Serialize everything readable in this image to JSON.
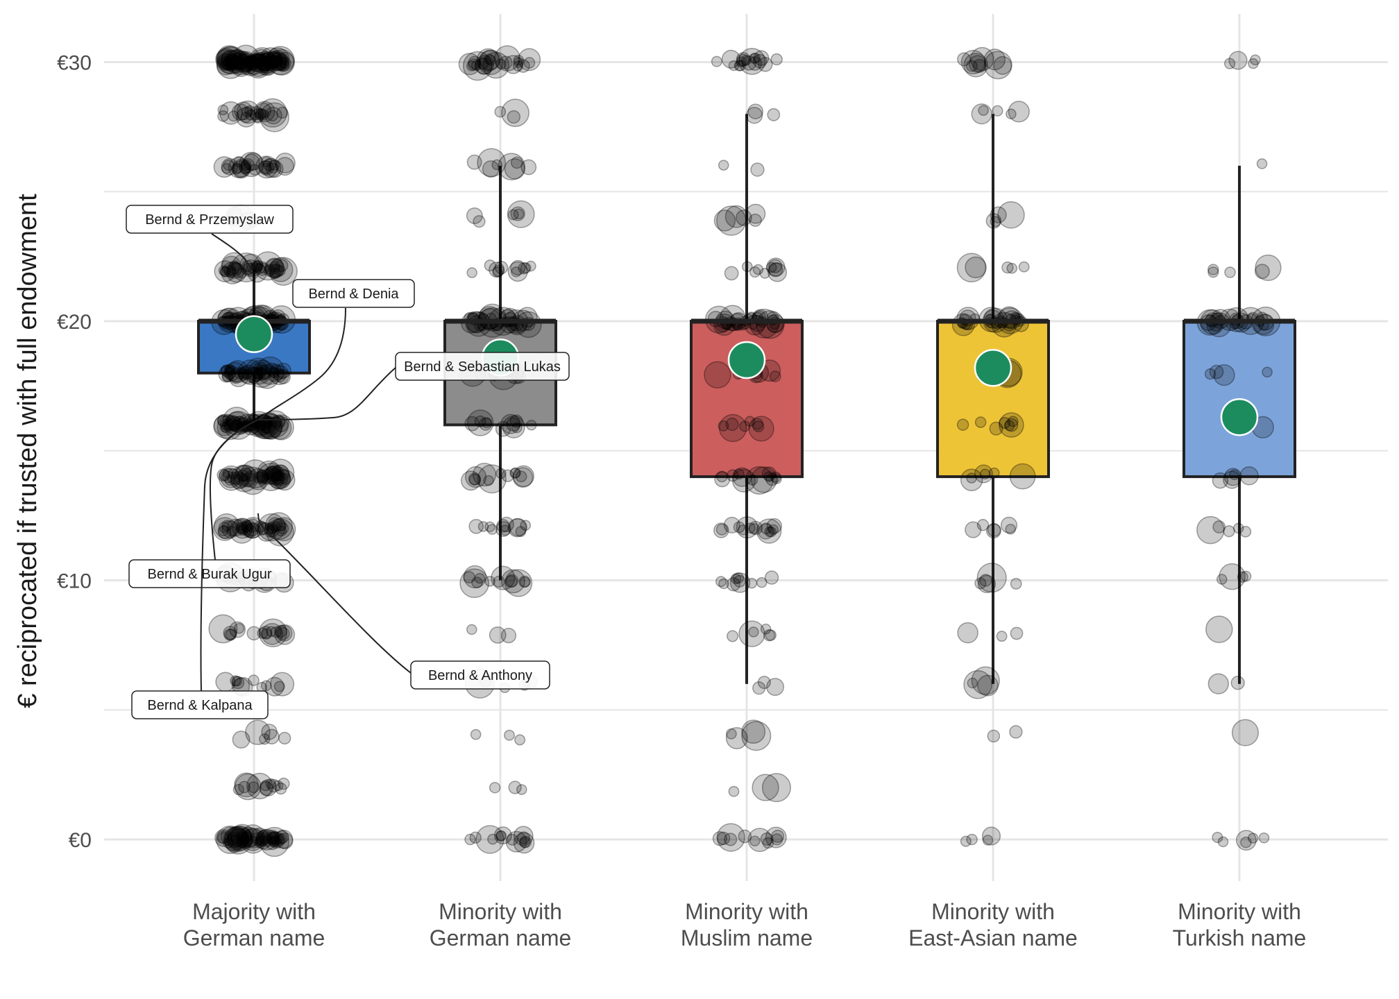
{
  "chart_data": {
    "type": "box",
    "ylabel": "€ reciprocated if trusted with full endowment",
    "xlabel": "",
    "ylim": [
      -1.6,
      32
    ],
    "yticks": [
      0,
      10,
      20,
      30
    ],
    "ytick_labels": [
      "€0",
      "€10",
      "€20",
      "€30"
    ],
    "grid": true,
    "categories": [
      "Majority with\nGerman name",
      "Minority with\nGerman name",
      "Minority with\nMuslim name",
      "Minority with\nEast-Asian name",
      "Minority with\nTurkish name"
    ],
    "colors": {
      "box_fills": [
        "#3a78c4",
        "#8c8c8c",
        "#cc5e5e",
        "#eec437",
        "#7ca4da"
      ],
      "mean_point": "#1c8c5f",
      "jitter_points": "#000000",
      "grid": "#e5e5e5"
    },
    "boxes": [
      {
        "q1": 18,
        "median": 20,
        "q3": 20,
        "whisker_low": 16,
        "whisker_high": 22,
        "mean": 19.5
      },
      {
        "q1": 16,
        "median": 20,
        "q3": 20,
        "whisker_low": 10,
        "whisker_high": 26,
        "mean": 18.6
      },
      {
        "q1": 14,
        "median": 20,
        "q3": 20,
        "whisker_low": 6,
        "whisker_high": 28,
        "mean": 18.5
      },
      {
        "q1": 14,
        "median": 20,
        "q3": 20,
        "whisker_low": 6,
        "whisker_high": 28,
        "mean": 18.2
      },
      {
        "q1": 14,
        "median": 20,
        "q3": 20,
        "whisker_low": 6,
        "whisker_high": 26,
        "mean": 16.3
      }
    ],
    "value_levels": [
      {
        "group": 0,
        "values": [
          0,
          2,
          4,
          6,
          8,
          10,
          12,
          14,
          16,
          18,
          20,
          22,
          24,
          26,
          28,
          30
        ],
        "counts": [
          60,
          14,
          6,
          12,
          18,
          20,
          45,
          50,
          65,
          45,
          70,
          40,
          6,
          30,
          25,
          110
        ]
      },
      {
        "group": 1,
        "values": [
          0,
          2,
          4,
          6,
          8,
          10,
          12,
          14,
          16,
          18,
          20,
          22,
          24,
          26,
          28,
          30
        ],
        "counts": [
          14,
          3,
          3,
          5,
          3,
          14,
          12,
          14,
          12,
          10,
          35,
          12,
          6,
          8,
          3,
          25
        ]
      },
      {
        "group": 2,
        "values": [
          0,
          2,
          4,
          6,
          8,
          10,
          12,
          14,
          16,
          18,
          20,
          22,
          24,
          26,
          28,
          30
        ],
        "counts": [
          12,
          3,
          4,
          3,
          6,
          10,
          16,
          14,
          8,
          8,
          34,
          10,
          6,
          2,
          3,
          18
        ]
      },
      {
        "group": 3,
        "values": [
          0,
          4,
          6,
          8,
          10,
          12,
          14,
          16,
          18,
          20,
          22,
          24,
          28,
          30
        ],
        "counts": [
          4,
          2,
          4,
          3,
          5,
          6,
          6,
          8,
          5,
          30,
          5,
          4,
          5,
          10
        ]
      },
      {
        "group": 4,
        "values": [
          0,
          4,
          6,
          8,
          10,
          12,
          14,
          16,
          18,
          20,
          22,
          26,
          30
        ],
        "counts": [
          6,
          1,
          2,
          1,
          4,
          5,
          5,
          3,
          4,
          26,
          5,
          1,
          4
        ]
      }
    ],
    "annotations": [
      {
        "text": "Bernd & Przemyslaw",
        "point": {
          "group": 0,
          "y": 22
        }
      },
      {
        "text": "Bernd & Denia",
        "point": {
          "group": 0,
          "y": 16
        }
      },
      {
        "text": "Bernd & Sebastian Lukas",
        "point": {
          "group": 0,
          "y": 16
        }
      },
      {
        "text": "Bernd & Burak Ugur",
        "point": {
          "group": 0,
          "y": 16
        }
      },
      {
        "text": "Bernd & Anthony",
        "point": {
          "group": 0,
          "y": 12
        }
      },
      {
        "text": "Bernd & Kalpana",
        "point": {
          "group": 0,
          "y": 16
        }
      }
    ]
  }
}
